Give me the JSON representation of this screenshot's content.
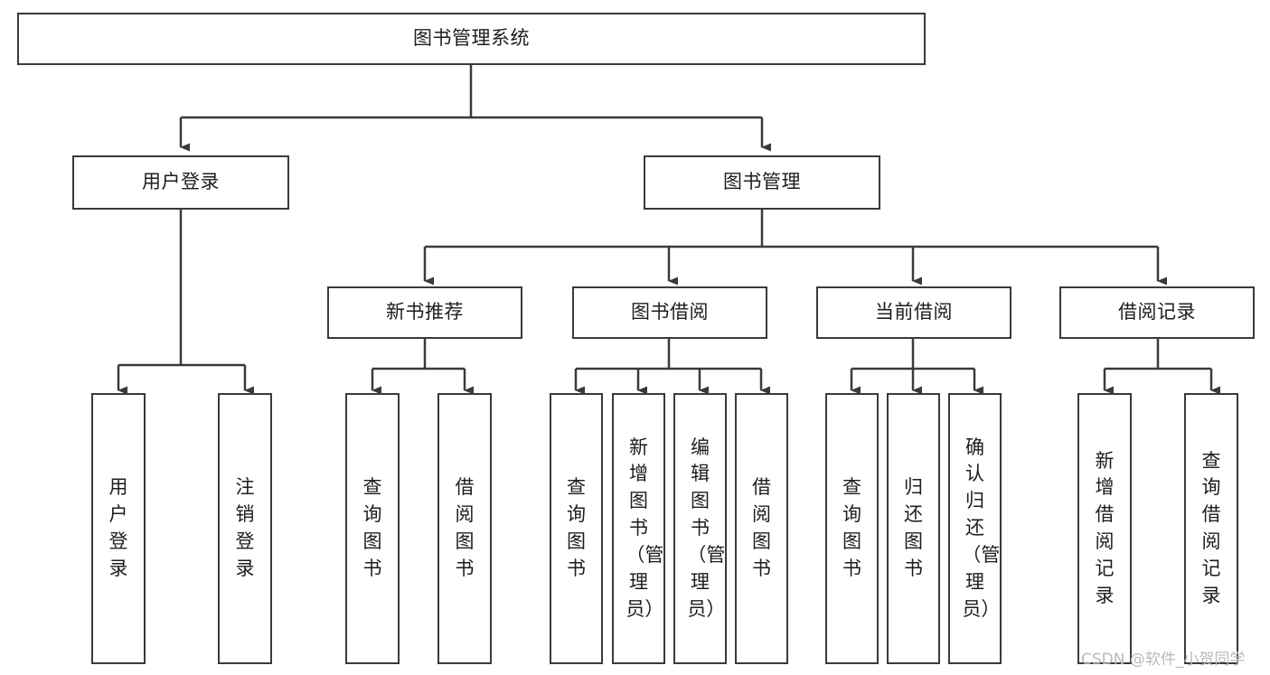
{
  "diagram": {
    "title": "图书管理系统",
    "watermark": "CSDN @软件_小贺同学",
    "colors": {
      "stroke": "#3a3a3a",
      "text": "#1d1d1d",
      "background": "#ffffff",
      "watermark": "#b9b9b9"
    },
    "root": {
      "label": "图书管理系统"
    },
    "level2": [
      {
        "label": "用户登录"
      },
      {
        "label": "图书管理"
      }
    ],
    "level3": [
      {
        "label": "新书推荐"
      },
      {
        "label": "图书借阅"
      },
      {
        "label": "当前借阅"
      },
      {
        "label": "借阅记录"
      }
    ],
    "leaves": {
      "user_login": [
        {
          "label": "用户登录"
        },
        {
          "label": "注销登录"
        }
      ],
      "new_book": [
        {
          "label": "查询图书"
        },
        {
          "label": "借阅图书"
        }
      ],
      "borrow_book": [
        {
          "label": "查询图书"
        },
        {
          "label": "新增图书（管理员）"
        },
        {
          "label": "编辑图书（管理员）"
        },
        {
          "label": "借阅图书"
        }
      ],
      "current_borrow": [
        {
          "label": "查询图书"
        },
        {
          "label": "归还图书"
        },
        {
          "label": "确认归还（管理员）"
        }
      ],
      "borrow_record": [
        {
          "label": "新增借阅记录"
        },
        {
          "label": "查询借阅记录"
        }
      ]
    }
  }
}
